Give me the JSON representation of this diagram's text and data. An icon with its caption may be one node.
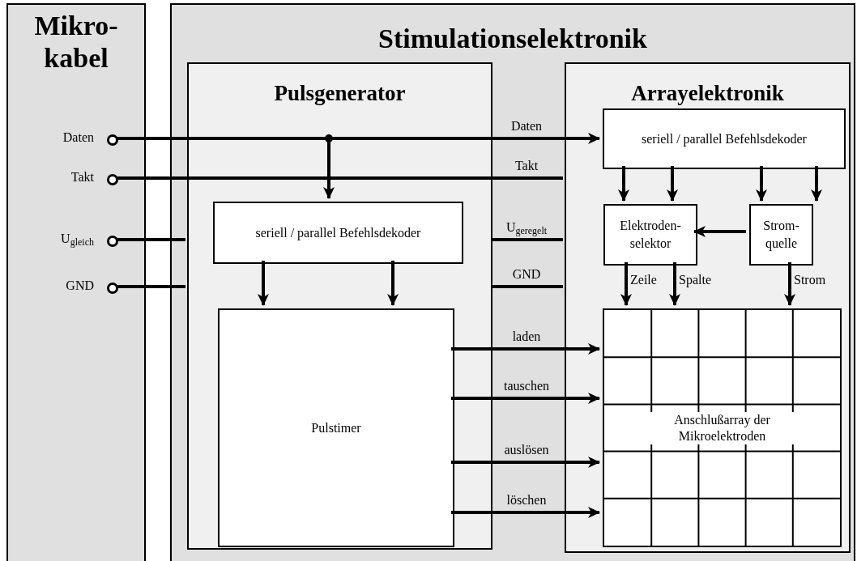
{
  "diagram": {
    "nodes": [
      {
        "text": [
          "Mikro- kabel"
        ]
      },
      {
        "text": [
          "Stimulationselektronik"
        ]
      },
      {
        "text": [
          "Pulsgenerator"
        ],
        "in": 1
      },
      {
        "text": [
          "Arrayelektronik"
        ],
        "in": 1
      },
      {
        "text": [
          "seriell / parallel Befehlsdekoder"
        ],
        "in": 3
      },
      {
        "text": [
          "seriell / parallel Befehlsdekoder"
        ],
        "in": 2
      },
      {
        "text": [
          "Elektroden- selektor"
        ],
        "in": 3
      },
      {
        "text": [
          "Strom- quelle"
        ],
        "in": 3
      },
      {
        "text": [
          "Pulstimer"
        ],
        "in": 2
      },
      {
        "text": [
          "Anschlußarray der Mikroelektroden"
        ],
        "in": 3
      },
      {
        "text": [],
        "shape": "circle",
        "in": 0,
        "beside": [
          "Daten"
        ]
      },
      {
        "text": [],
        "shape": "circle",
        "in": 0,
        "beside": [
          "Takt"
        ]
      },
      {
        "text": [],
        "shape": "circle",
        "in": 0,
        "beside": [
          "U$_{gleich}$"
        ]
      },
      {
        "text": [],
        "shape": "circle",
        "in": 0,
        "beside": [
          "GND"
        ]
      }
    ],
    "edges": [
      {
        "from": 10,
        "to": 4,
        "arrow": "to",
        "label": "Daten"
      },
      {
        "from": 10,
        "to": 5,
        "arrow": "to"
      },
      {
        "from": 11,
        "to": 3,
        "arrow": "none",
        "label": "Takt"
      },
      {
        "from": 12,
        "to": 2,
        "arrow": "none"
      },
      {
        "from": 13,
        "to": 2,
        "arrow": "none"
      },
      {
        "from": 2,
        "to": 3,
        "arrow": "none",
        "label": "U$_{geregelt}$"
      },
      {
        "from": 2,
        "to": 3,
        "arrow": "none",
        "label": "GND"
      },
      {
        "from": 5,
        "to": 8,
        "arrow": "to"
      },
      {
        "from": 5,
        "to": 8,
        "arrow": "to"
      },
      {
        "from": 4,
        "to": 6,
        "arrow": "to"
      },
      {
        "from": 4,
        "to": 6,
        "arrow": "to"
      },
      {
        "from": 4,
        "to": 7,
        "arrow": "to"
      },
      {
        "from": 4,
        "to": 7,
        "arrow": "to"
      },
      {
        "from": 7,
        "to": 6,
        "arrow": "to"
      },
      {
        "from": 6,
        "to": 9,
        "arrow": "to",
        "label": "Zeile"
      },
      {
        "from": 6,
        "to": 9,
        "arrow": "to",
        "label": "Spalte"
      },
      {
        "from": 7,
        "to": 9,
        "arrow": "to",
        "label": "Strom"
      },
      {
        "from": 8,
        "to": 9,
        "arrow": "to",
        "label": "laden"
      },
      {
        "from": 8,
        "to": 9,
        "arrow": "to",
        "label": "tauschen"
      },
      {
        "from": 8,
        "to": 9,
        "arrow": "to",
        "label": "auslösen"
      },
      {
        "from": 8,
        "to": 9,
        "arrow": "to",
        "label": "löschen"
      }
    ]
  }
}
